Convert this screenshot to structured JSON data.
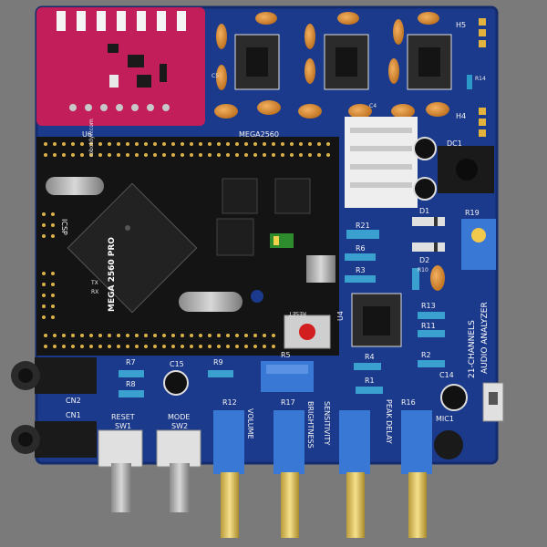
{
  "board": {
    "colors": {
      "pcb": "#1c3a8c",
      "pcb_edge": "#142c6e",
      "mega_board": "#141414",
      "module": "#c21e5a",
      "pot_blue": "#3a78d6",
      "knob": "#f0d070",
      "capacitor": "#d98b2b",
      "background": "#7a7a7a"
    },
    "silkscreen": {
      "module_label": "U6",
      "mega_label": "MEGA2560",
      "mega_title": "MEGA 2560 PRO",
      "mega_url": "robotdyn.com",
      "icsp": "ICSP",
      "reset_btn": "RESET",
      "tx": "TX",
      "rx": "RX",
      "title_line1": "21-CHANNELS",
      "title_line2": "AUDIO ANALYZER",
      "cn2": "CN2",
      "cn1": "CN1",
      "sw1": "SW1",
      "sw2": "SW2",
      "reset_label": "RESET",
      "mode_label": "MODE",
      "volume": "VOLUME",
      "brightness": "BRIGHTNESS",
      "sensitivity": "SENSITIVITY",
      "peak_delay": "PEAK DELAY",
      "mic": "MIC1",
      "dc": "DC1",
      "h5": "H5",
      "h4": "H4",
      "u4": "U4",
      "r12": "R12",
      "r17": "R17",
      "r19": "R19",
      "r16": "R16",
      "r21": "R21",
      "r6": "R6",
      "r3": "R3",
      "r10": "R10",
      "r13": "R13",
      "r11": "R11",
      "r4": "R4",
      "r2": "R2",
      "r1": "R1",
      "r14": "R14",
      "r5": "R5",
      "r7": "R7",
      "r8": "R8",
      "r9": "R9",
      "c15": "C15",
      "c14": "C14",
      "c5": "C5",
      "c4": "C4",
      "d1": "D1",
      "d2": "D2"
    }
  }
}
